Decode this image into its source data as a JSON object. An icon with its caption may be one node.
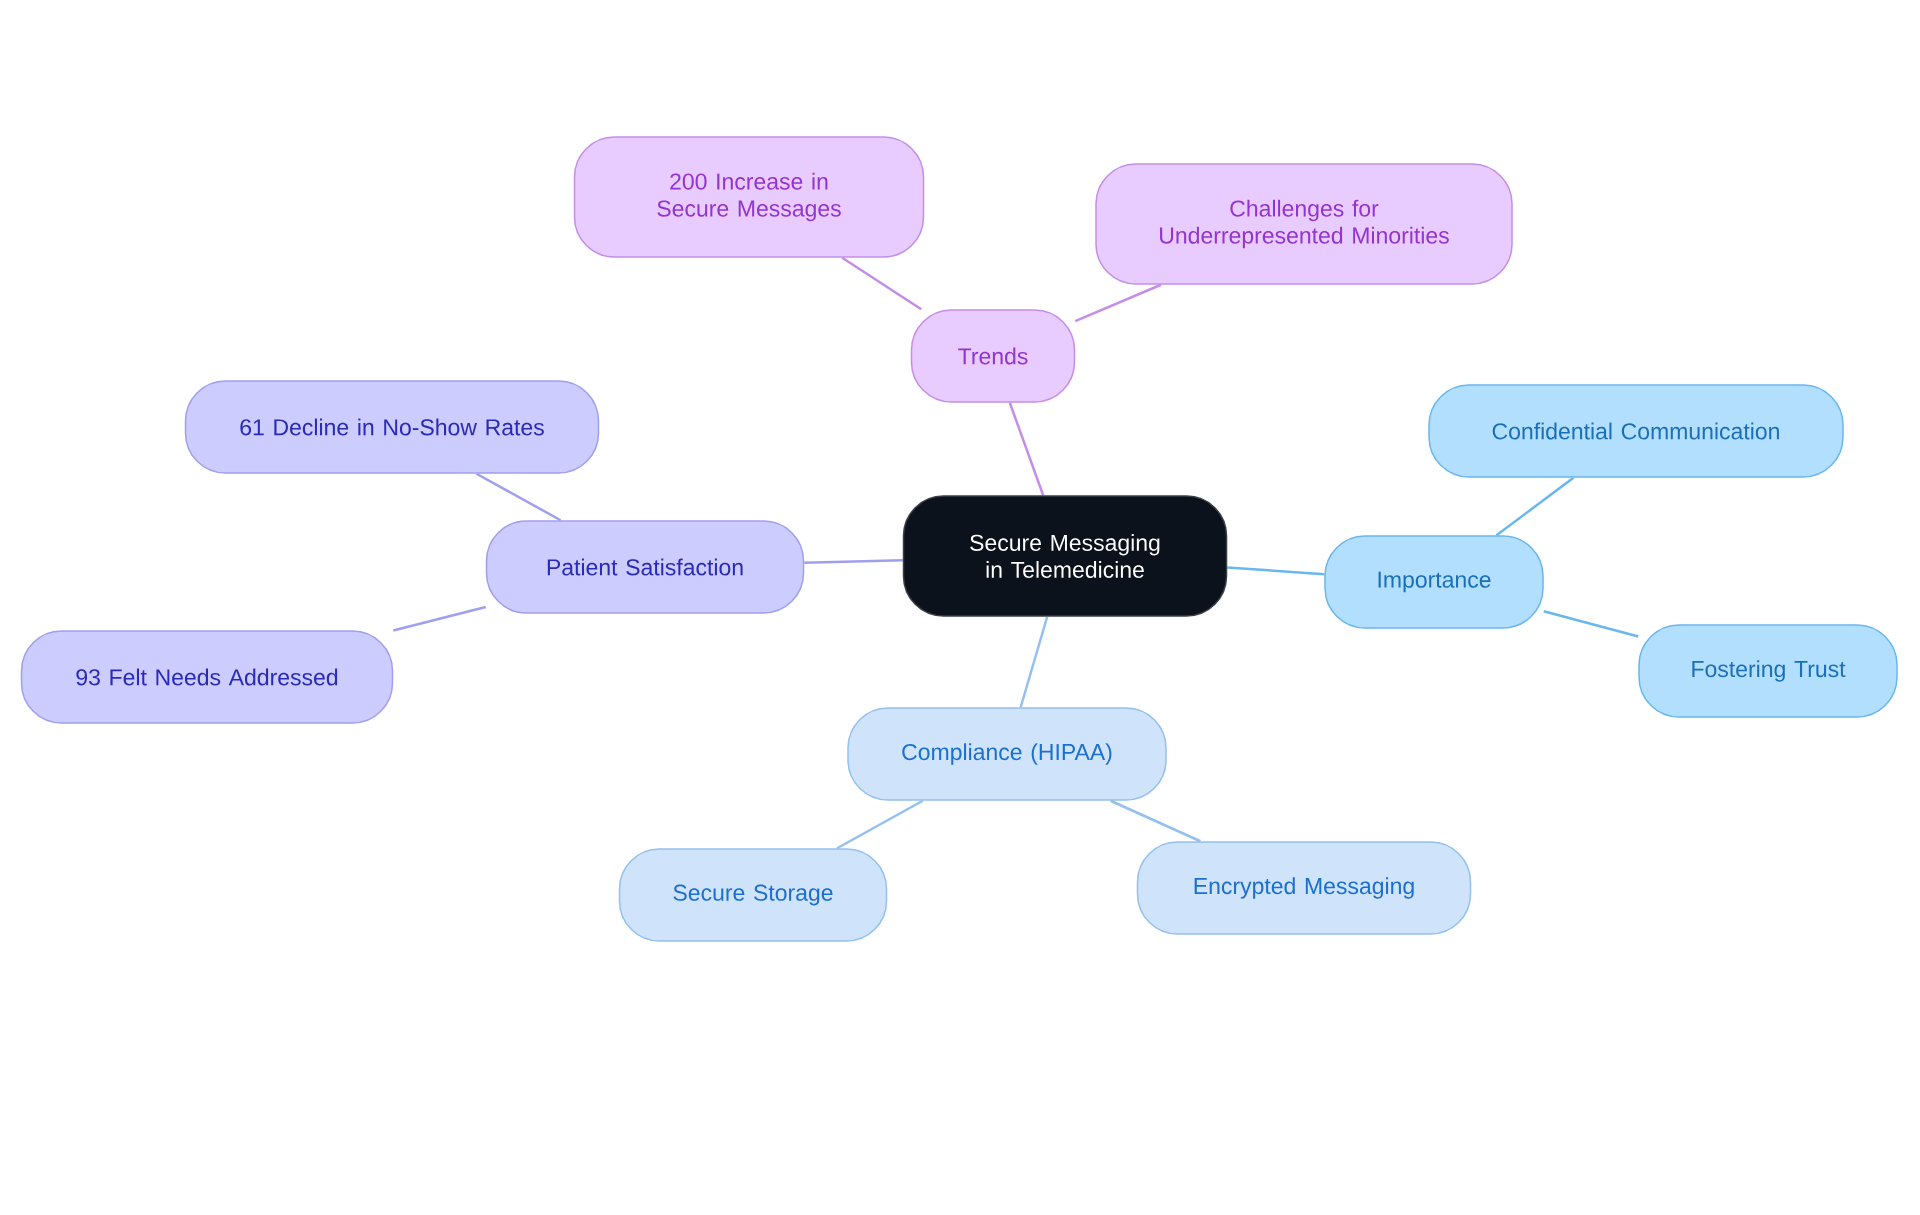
{
  "diagram": {
    "nodes": [
      {
        "text": [
          "Secure Messaging in Telemedicine"
        ]
      },
      {
        "text": [
          "Trends"
        ]
      },
      {
        "text": [
          "200 Increase in Secure Messages"
        ]
      },
      {
        "text": [
          "Challenges for Underrepresented Minorities"
        ]
      },
      {
        "text": [
          "Importance"
        ]
      },
      {
        "text": [
          "Confidential Communication"
        ]
      },
      {
        "text": [
          "Fostering Trust"
        ]
      },
      {
        "text": [
          "Compliance (HIPAA)"
        ]
      },
      {
        "text": [
          "Secure Storage"
        ]
      },
      {
        "text": [
          "Encrypted Messaging"
        ]
      },
      {
        "text": [
          "Patient Satisfaction"
        ]
      },
      {
        "text": [
          "61 Decline in No-Show Rates"
        ]
      },
      {
        "text": [
          "93 Felt Needs Addressed"
        ]
      }
    ],
    "edges": [
      {
        "from": 0,
        "to": 1,
        "arrow": "none",
        "color": "#c48ee8"
      },
      {
        "from": 1,
        "to": 2,
        "arrow": "none",
        "color": "#c48ee8"
      },
      {
        "from": 1,
        "to": 3,
        "arrow": "none",
        "color": "#c48ee8"
      },
      {
        "from": 0,
        "to": 4,
        "arrow": "none",
        "color": "#6ab6ee"
      },
      {
        "from": 4,
        "to": 5,
        "arrow": "none",
        "color": "#6ab6ee"
      },
      {
        "from": 4,
        "to": 6,
        "arrow": "none",
        "color": "#6ab6ee"
      },
      {
        "from": 0,
        "to": 7,
        "arrow": "none",
        "color": "#94c0ef"
      },
      {
        "from": 7,
        "to": 8,
        "arrow": "none",
        "color": "#94c0ef"
      },
      {
        "from": 7,
        "to": 9,
        "arrow": "none",
        "color": "#94c0ef"
      },
      {
        "from": 0,
        "to": 10,
        "arrow": "none",
        "color": "#9f9ff0"
      },
      {
        "from": 10,
        "to": 11,
        "arrow": "none",
        "color": "#9f9ff0"
      },
      {
        "from": 10,
        "to": 12,
        "arrow": "none",
        "color": "#9f9ff0"
      }
    ]
  }
}
